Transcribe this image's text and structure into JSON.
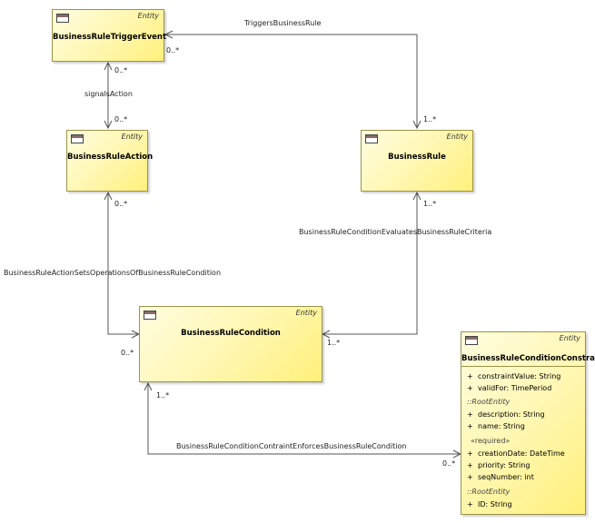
{
  "entities": {
    "trigger_event": {
      "stereotype": "Entity",
      "name": "BusinessRuleTriggerEvent"
    },
    "action": {
      "stereotype": "Entity",
      "name": "BusinessRuleAction"
    },
    "rule": {
      "stereotype": "Entity",
      "name": "BusinessRule"
    },
    "condition": {
      "stereotype": "Entity",
      "name": "BusinessRuleCondition"
    },
    "constraint": {
      "stereotype": "Entity",
      "name": "BusinessRuleConditionConstraint",
      "attrs_own": [
        {
          "vis": "+",
          "text": "constraintValue: String"
        },
        {
          "vis": "+",
          "text": "validFor: TimePeriod"
        }
      ],
      "section_root1": "::RootEntity",
      "attrs_root1": [
        {
          "vis": "+",
          "text": "description: String"
        },
        {
          "vis": "+",
          "text": "name: String"
        }
      ],
      "section_required": "«required»",
      "attrs_required": [
        {
          "vis": "+",
          "text": "creationDate: DateTime"
        },
        {
          "vis": "+",
          "text": "priority: String"
        },
        {
          "vis": "+",
          "text": "seqNumber: int"
        }
      ],
      "section_root2": "::RootEntity",
      "attrs_root2": [
        {
          "vis": "+",
          "text": "ID: String"
        }
      ]
    }
  },
  "associations": {
    "triggers": {
      "name": "TriggersBusinessRule",
      "source_mult": "0..*",
      "target_mult": "1..*"
    },
    "signals": {
      "name": "signalsAction",
      "source_mult": "0..*",
      "target_mult": "0..*"
    },
    "evaluates": {
      "name": "BusinessRuleConditionEvaluatesBusinessRuleCriteria",
      "source_mult": "1..*",
      "target_mult": "1..*"
    },
    "sets_ops": {
      "name": "BusinessRuleActionSetsOperationsOfBusinessRuleCondition",
      "source_mult": "0..*",
      "target_mult": "0..*"
    },
    "enforces": {
      "name": "BusinessRuleConditionContraintEnforcesBusinessRuleCondition",
      "source_mult": "1..*",
      "target_mult": "0..*"
    }
  }
}
